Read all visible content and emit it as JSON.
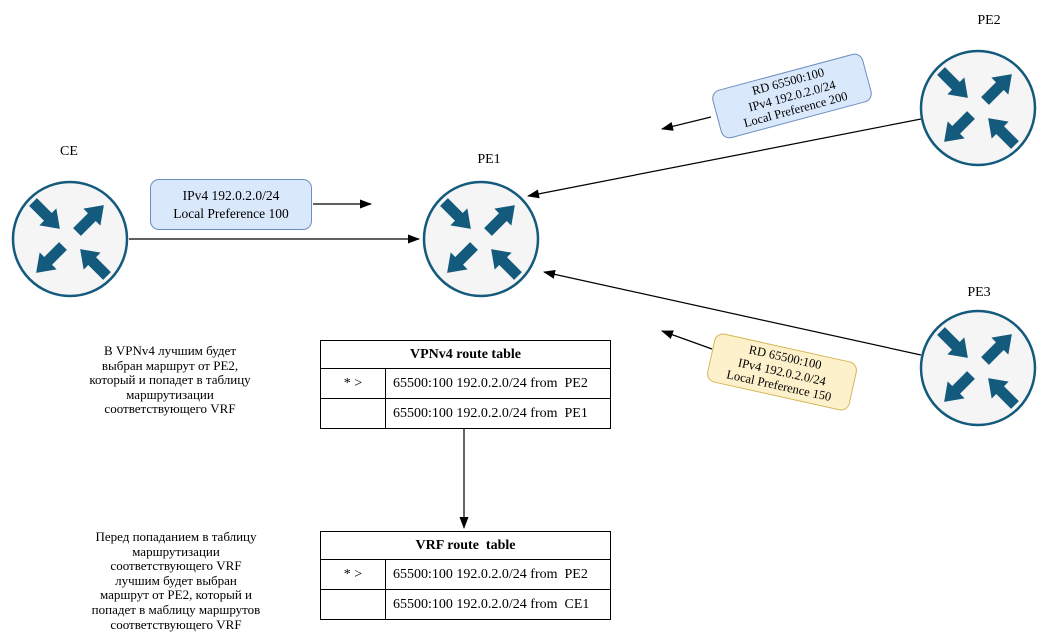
{
  "nodes": {
    "ce": {
      "label": "CE"
    },
    "pe1": {
      "label": "PE1"
    },
    "pe2": {
      "label": "PE2"
    },
    "pe3": {
      "label": "PE3"
    }
  },
  "route_labels": {
    "from_ce": {
      "line1": "IPv4 192.0.2.0/24",
      "line2": "Local Preference 100"
    },
    "from_pe2": {
      "line1": "RD 65500:100",
      "line2": "IPv4 192.0.2.0/24",
      "line3": "Local Preference 200"
    },
    "from_pe3": {
      "line1": "RD 65500:100",
      "line2": "IPv4 192.0.2.0/24",
      "line3": "Local Preference 150"
    }
  },
  "tables": {
    "vpnv4": {
      "title": "VPNv4 route table",
      "rows": [
        {
          "marker": "* >",
          "route": "65500:100 192.0.2.0/24 from  PE2"
        },
        {
          "marker": "",
          "route": "65500:100 192.0.2.0/24 from  PE1"
        }
      ]
    },
    "vrf": {
      "title": "VRF route  table",
      "rows": [
        {
          "marker": "* >",
          "route": "65500:100 192.0.2.0/24 from  PE2"
        },
        {
          "marker": "",
          "route": "65500:100 192.0.2.0/24 from  CE1"
        }
      ]
    }
  },
  "notes": {
    "vpnv4": "В VPNv4 лучшим будет\nвыбран маршрут от PE2,\nкоторый и попадет в таблицу\nмаршрутизации\nсоответствующего VRF",
    "vrf": "Перед попаданием в таблицу\nмаршрутизации\nсоответствующего VRF\nлучшим будет выбран\nмаршрут от PE2, который и\nпопадет в маблицу маршрутов\nсоответствующего VRF"
  },
  "icons": {
    "router": "circle-with-four-crossed-arrows"
  },
  "colors": {
    "blue_label_fill": "#dae8fc",
    "blue_label_stroke": "#6c8ebf",
    "yellow_label_fill": "#fdf1cb",
    "yellow_label_stroke": "#d6b656",
    "router_fill": "#f5f5f5",
    "router_accent": "#135a7d",
    "connector": "#000000",
    "background": "#ffffff"
  }
}
